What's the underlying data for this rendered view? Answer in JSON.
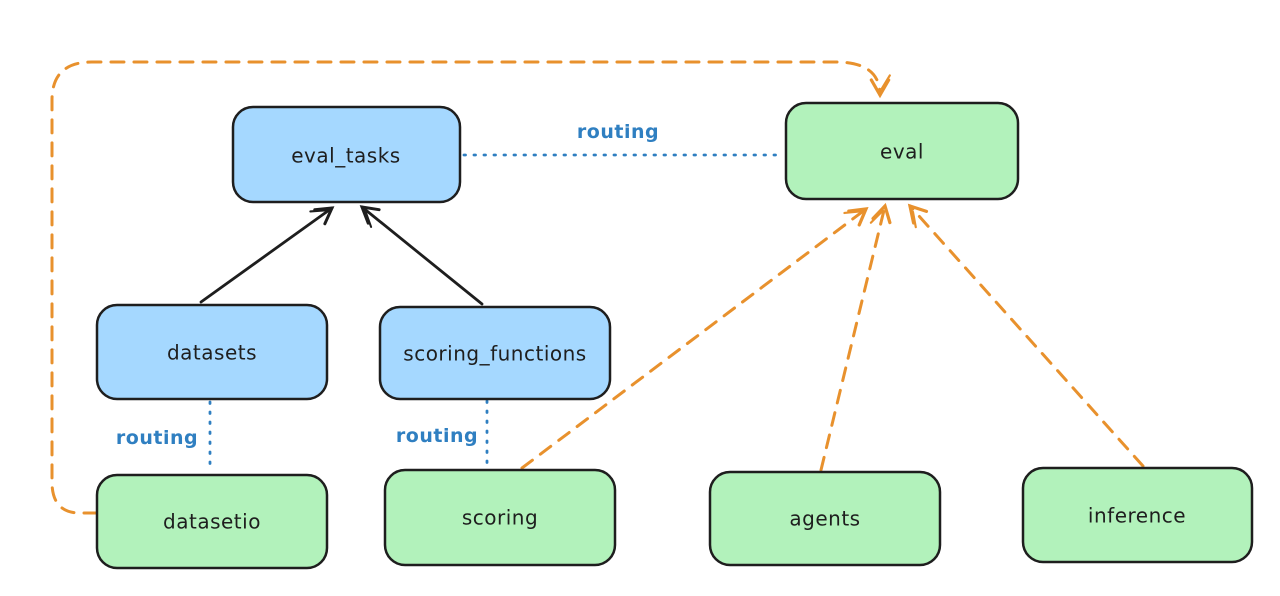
{
  "diagram": {
    "type": "flowchart",
    "background": "#ffffff",
    "colors": {
      "node_blue": "#a5d8ff",
      "node_green": "#b2f2bb",
      "stroke": "#1e1e1e",
      "arrow_black": "#1e1e1e",
      "arrow_orange": "#e8912d",
      "routing_blue": "#2f7fc1"
    },
    "nodes": [
      {
        "id": "eval_tasks",
        "label": "eval_tasks",
        "color": "blue"
      },
      {
        "id": "eval",
        "label": "eval",
        "color": "green"
      },
      {
        "id": "datasets",
        "label": "datasets",
        "color": "blue"
      },
      {
        "id": "scoring_functions",
        "label": "scoring_functions",
        "color": "blue"
      },
      {
        "id": "datasetio",
        "label": "datasetio",
        "color": "green"
      },
      {
        "id": "scoring",
        "label": "scoring",
        "color": "green"
      },
      {
        "id": "agents",
        "label": "agents",
        "color": "green"
      },
      {
        "id": "inference",
        "label": "inference",
        "color": "green"
      }
    ],
    "edges": [
      {
        "from": "datasets",
        "to": "eval_tasks",
        "style": "solid",
        "color": "black"
      },
      {
        "from": "scoring_functions",
        "to": "eval_tasks",
        "style": "solid",
        "color": "black"
      },
      {
        "from": "eval_tasks",
        "to": "eval",
        "style": "dotted",
        "color": "blue",
        "label": "routing"
      },
      {
        "from": "datasets",
        "to": "datasetio",
        "style": "dotted",
        "color": "blue",
        "label": "routing"
      },
      {
        "from": "scoring_functions",
        "to": "scoring",
        "style": "dotted",
        "color": "blue",
        "label": "routing"
      },
      {
        "from": "datasetio",
        "to": "eval",
        "style": "dashed",
        "color": "orange"
      },
      {
        "from": "scoring",
        "to": "eval",
        "style": "dashed",
        "color": "orange"
      },
      {
        "from": "agents",
        "to": "eval",
        "style": "dashed",
        "color": "orange"
      },
      {
        "from": "inference",
        "to": "eval",
        "style": "dashed",
        "color": "orange"
      }
    ]
  }
}
